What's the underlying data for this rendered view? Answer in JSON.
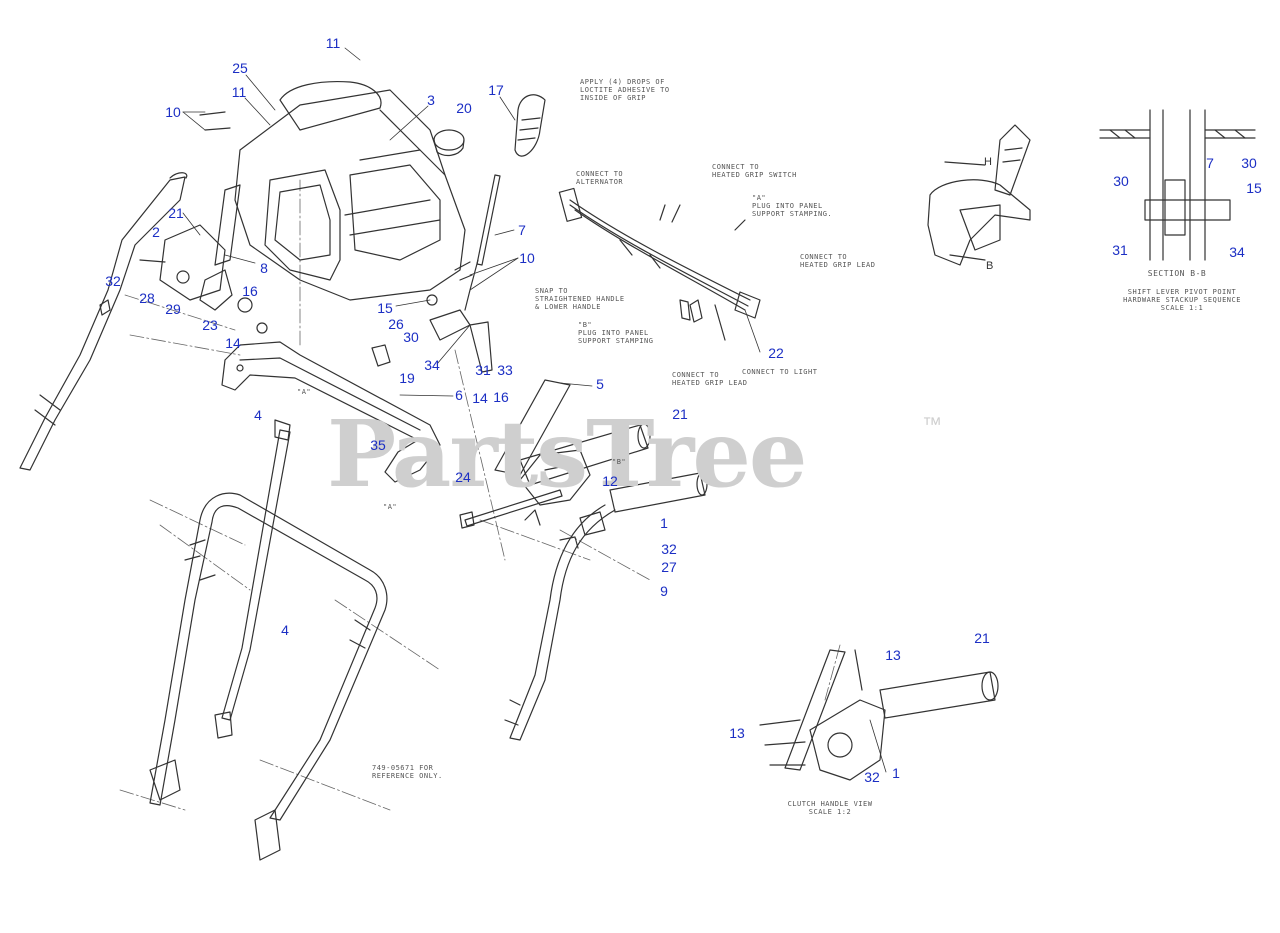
{
  "watermark": {
    "text": "PartsTree",
    "trademark": "™"
  },
  "callouts": [
    {
      "id": "c11a",
      "label": "11"
    },
    {
      "id": "c25",
      "label": "25"
    },
    {
      "id": "c11b",
      "label": "11"
    },
    {
      "id": "c10a",
      "label": "10"
    },
    {
      "id": "c3",
      "label": "3"
    },
    {
      "id": "c20",
      "label": "20"
    },
    {
      "id": "c17",
      "label": "17"
    },
    {
      "id": "c21a",
      "label": "21"
    },
    {
      "id": "c2",
      "label": "2"
    },
    {
      "id": "c8",
      "label": "8"
    },
    {
      "id": "c32a",
      "label": "32"
    },
    {
      "id": "c16a",
      "label": "16"
    },
    {
      "id": "c28",
      "label": "28"
    },
    {
      "id": "c29",
      "label": "29"
    },
    {
      "id": "c23",
      "label": "23"
    },
    {
      "id": "c14a",
      "label": "14"
    },
    {
      "id": "c7a",
      "label": "7"
    },
    {
      "id": "c10b",
      "label": "10"
    },
    {
      "id": "c15a",
      "label": "15"
    },
    {
      "id": "c26",
      "label": "26"
    },
    {
      "id": "c30a",
      "label": "30"
    },
    {
      "id": "c34a",
      "label": "34"
    },
    {
      "id": "c31a",
      "label": "31"
    },
    {
      "id": "c33",
      "label": "33"
    },
    {
      "id": "c19",
      "label": "19"
    },
    {
      "id": "c6",
      "label": "6"
    },
    {
      "id": "c14b",
      "label": "14"
    },
    {
      "id": "c16b",
      "label": "16"
    },
    {
      "id": "c5",
      "label": "5"
    },
    {
      "id": "c4a",
      "label": "4"
    },
    {
      "id": "c35",
      "label": "35"
    },
    {
      "id": "c21b",
      "label": "21"
    },
    {
      "id": "c24",
      "label": "24"
    },
    {
      "id": "c12",
      "label": "12"
    },
    {
      "id": "c1a",
      "label": "1"
    },
    {
      "id": "c32b",
      "label": "32"
    },
    {
      "id": "c27",
      "label": "27"
    },
    {
      "id": "c9",
      "label": "9"
    },
    {
      "id": "c4b",
      "label": "4"
    },
    {
      "id": "c22",
      "label": "22"
    },
    {
      "id": "c30b",
      "label": "30"
    },
    {
      "id": "c7b",
      "label": "7"
    },
    {
      "id": "c30c",
      "label": "30"
    },
    {
      "id": "c15b",
      "label": "15"
    },
    {
      "id": "c31b",
      "label": "31"
    },
    {
      "id": "c34b",
      "label": "34"
    },
    {
      "id": "c21c",
      "label": "21"
    },
    {
      "id": "c13a",
      "label": "13"
    },
    {
      "id": "c13b",
      "label": "13"
    },
    {
      "id": "c32c",
      "label": "32"
    },
    {
      "id": "c1b",
      "label": "1"
    }
  ],
  "notes": {
    "loctite": "APPLY (4) DROPS OF\nLOCTITE ADHESIVE TO\nINSIDE OF GRIP",
    "alternator": "CONNECT TO\nALTERNATOR",
    "heated_switch": "CONNECT TO\nHEATED GRIP SWITCH",
    "plug_a": "\"A\"\nPLUG INTO PANEL\nSUPPORT STAMPING.",
    "heated_lead_right": "CONNECT TO\nHEATED GRIP LEAD",
    "snap": "SNAP TO\nSTRAIGHTENED HANDLE\n& LOWER HANDLE",
    "plug_b": "\"B\"\nPLUG INTO PANEL\nSUPPORT STAMPING",
    "light": "CONNECT TO LIGHT",
    "heated_lead_bottom": "CONNECT TO\nHEATED GRIP LEAD",
    "reference": "749-05671 FOR\nREFERENCE ONLY.",
    "clutch_view": "CLUTCH HANDLE VIEW\nSCALE 1:2",
    "section": "SECTION B-B",
    "stackup": "SHIFT LEVER PIVOT POINT\nHARDWARE STACKUP SEQUENCE\nSCALE 1:1",
    "tag_a1": "\"A\"",
    "tag_a2": "\"A\"",
    "tag_b": "\"B\"",
    "letter_b": "B",
    "letter_h": "H"
  }
}
